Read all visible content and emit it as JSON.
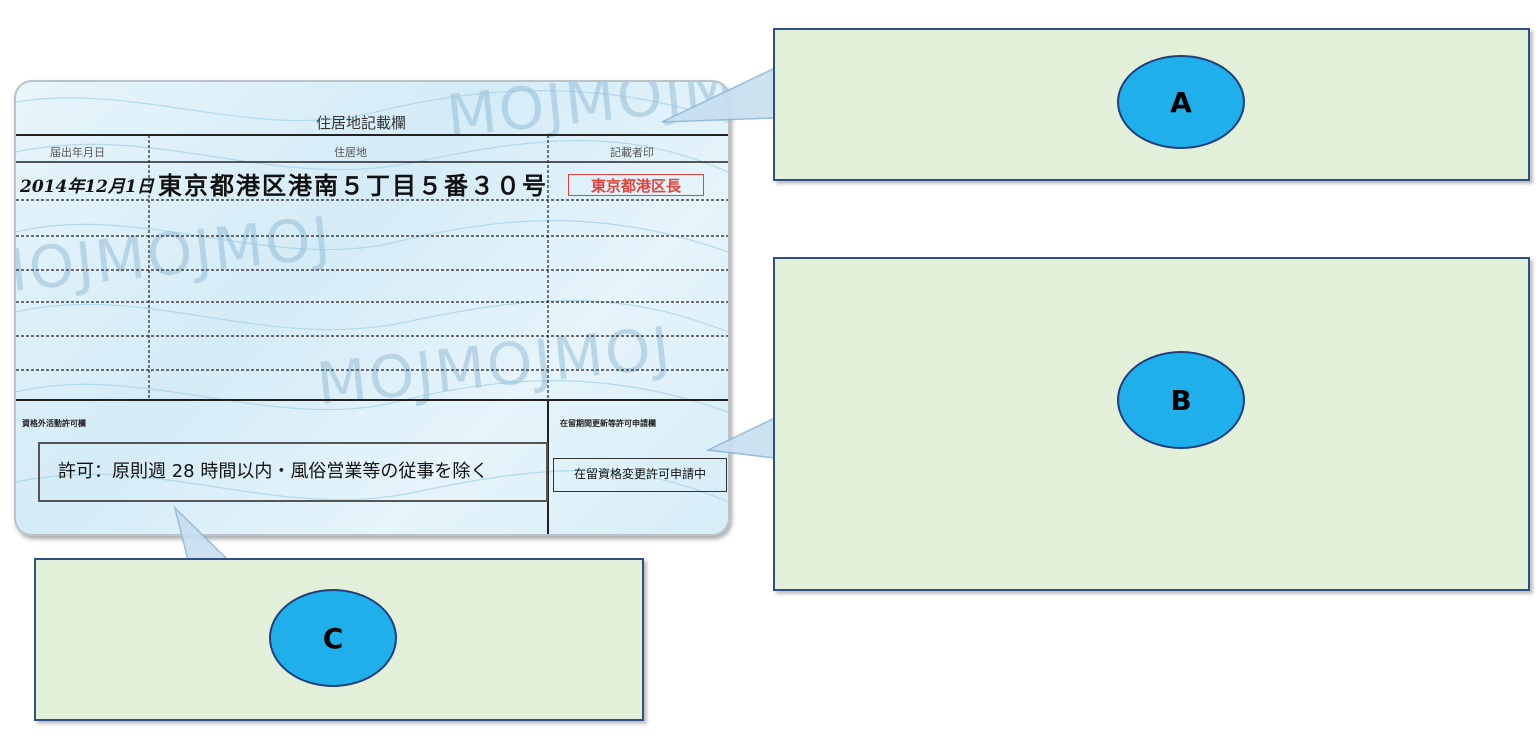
{
  "card": {
    "title": "住居地記載欄",
    "headers": {
      "date": "届出年月日",
      "address": "住居地",
      "stamp": "記載者印"
    },
    "entry": {
      "date": "2014年12月1日",
      "address": "東京都港区港南５丁目５番３０号",
      "stamp": "東京都港区長"
    },
    "watermark": "MOJMOJMOJ",
    "permit_section_label": "資格外活動許可欄",
    "permit_text": "許可：原則週 28 時間以内・風俗営業等の従事を除く",
    "apply_section_label": "在留期間更新等許可申請欄",
    "apply_text": "在留資格変更許可申請中"
  },
  "callouts": [
    {
      "id": "A",
      "label": "A"
    },
    {
      "id": "B",
      "label": "B"
    },
    {
      "id": "C",
      "label": "C"
    }
  ],
  "colors": {
    "callout_fill": "#e2efd9",
    "callout_border": "#2f4f86",
    "badge_fill": "#1fb0ec",
    "seal_red": "#e0453e"
  }
}
